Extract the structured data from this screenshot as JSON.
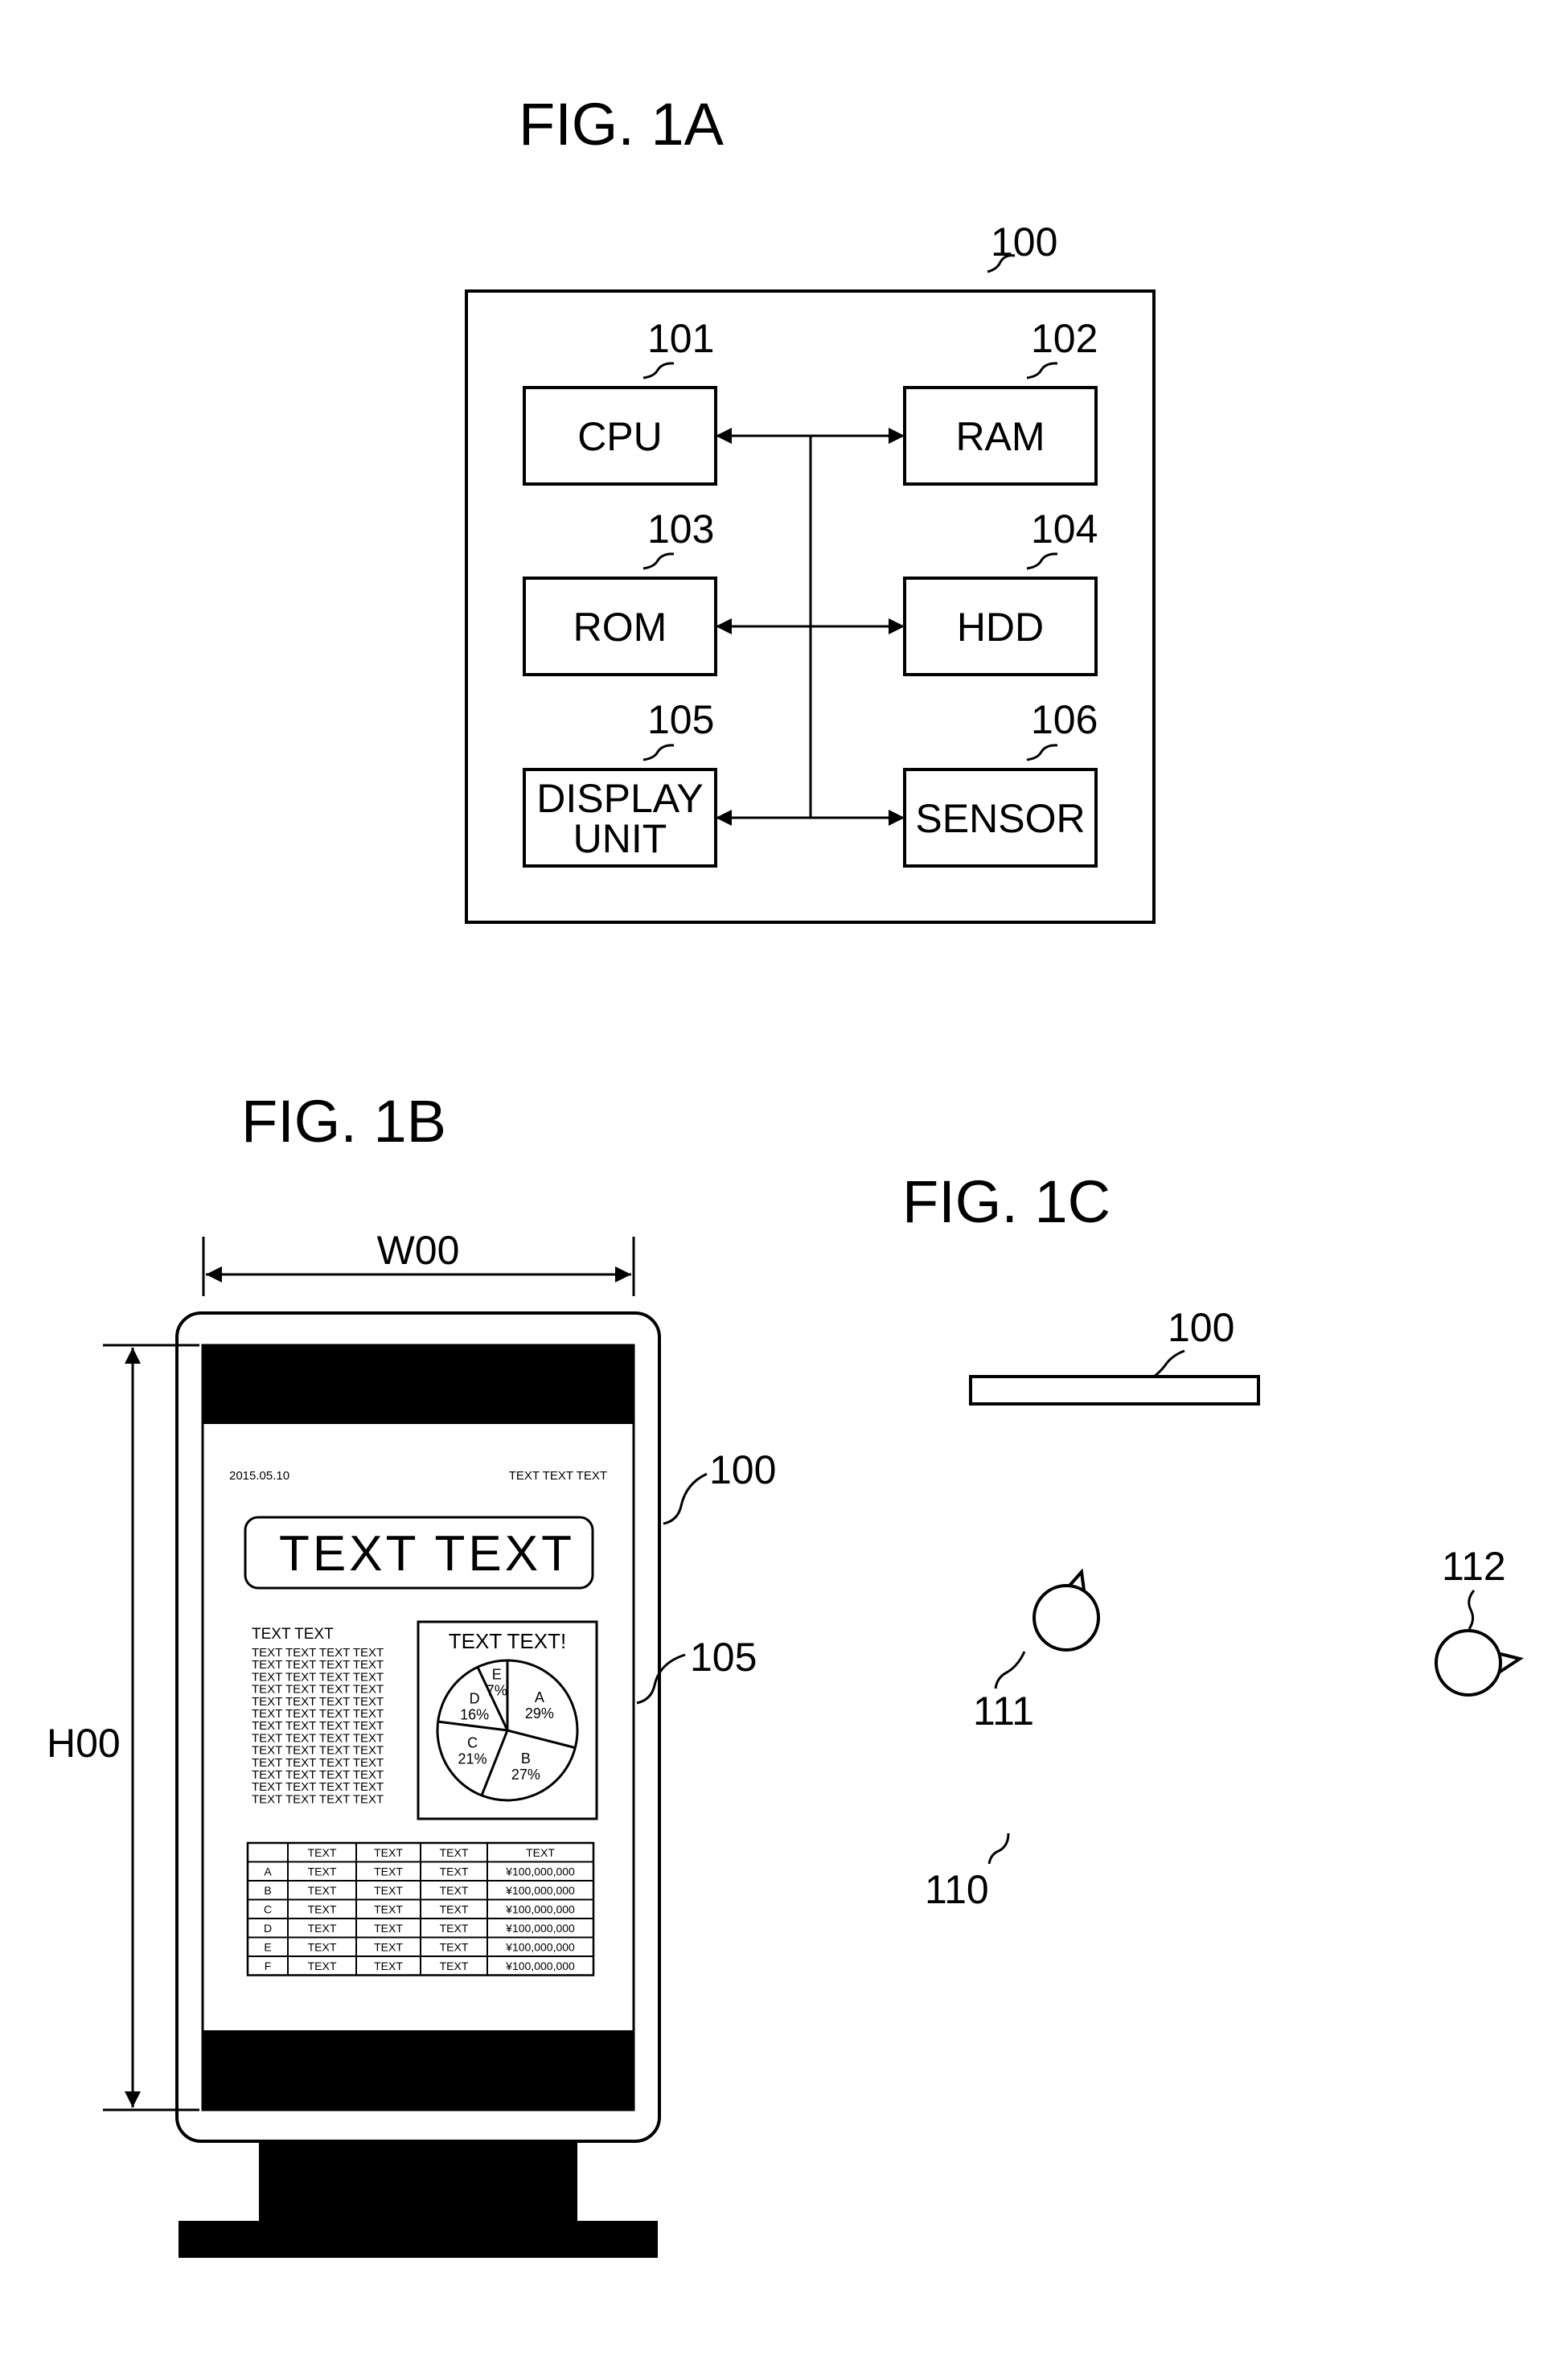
{
  "figures": {
    "fig1a": {
      "title": "FIG. 1A",
      "device_ref": "100",
      "blocks": [
        {
          "ref": "101",
          "label": [
            "CPU"
          ]
        },
        {
          "ref": "102",
          "label": [
            "RAM"
          ]
        },
        {
          "ref": "103",
          "label": [
            "ROM"
          ]
        },
        {
          "ref": "104",
          "label": [
            "HDD"
          ]
        },
        {
          "ref": "105",
          "label": [
            "DISPLAY",
            "UNIT"
          ]
        },
        {
          "ref": "106",
          "label": [
            "SENSOR"
          ]
        }
      ]
    },
    "fig1b": {
      "title": "FIG. 1B",
      "width_label": "W00",
      "height_label": "H00",
      "device_ref": "100",
      "display_ref": "105",
      "screen": {
        "date": "2015.05.10",
        "header_right": "TEXT TEXT TEXT",
        "banner": "TEXT TEXT",
        "left_heading": "TEXT TEXT",
        "left_line": "TEXT TEXT TEXT TEXT",
        "left_line_count": 13,
        "pie_title": "TEXT TEXT!",
        "pie_slices": [
          {
            "name": "A",
            "pct": 29,
            "label": "29%"
          },
          {
            "name": "B",
            "pct": 27,
            "label": "27%"
          },
          {
            "name": "C",
            "pct": 21,
            "label": "21%"
          },
          {
            "name": "D",
            "pct": 16,
            "label": "16%"
          },
          {
            "name": "E",
            "pct": 7,
            "label": "7%"
          }
        ],
        "table": {
          "headers": [
            "",
            "TEXT",
            "TEXT",
            "TEXT",
            "TEXT"
          ],
          "rows": [
            [
              "A",
              "TEXT",
              "TEXT",
              "TEXT",
              "¥100,000,000"
            ],
            [
              "B",
              "TEXT",
              "TEXT",
              "TEXT",
              "¥100,000,000"
            ],
            [
              "C",
              "TEXT",
              "TEXT",
              "TEXT",
              "¥100,000,000"
            ],
            [
              "D",
              "TEXT",
              "TEXT",
              "TEXT",
              "¥100,000,000"
            ],
            [
              "E",
              "TEXT",
              "TEXT",
              "TEXT",
              "¥100,000,000"
            ],
            [
              "F",
              "TEXT",
              "TEXT",
              "TEXT",
              "¥100,000,000"
            ]
          ]
        }
      }
    },
    "fig1c": {
      "title": "FIG. 1C",
      "device_ref": "100",
      "person1_ref": "111",
      "person2_ref": "112",
      "area_ref": "110"
    }
  }
}
